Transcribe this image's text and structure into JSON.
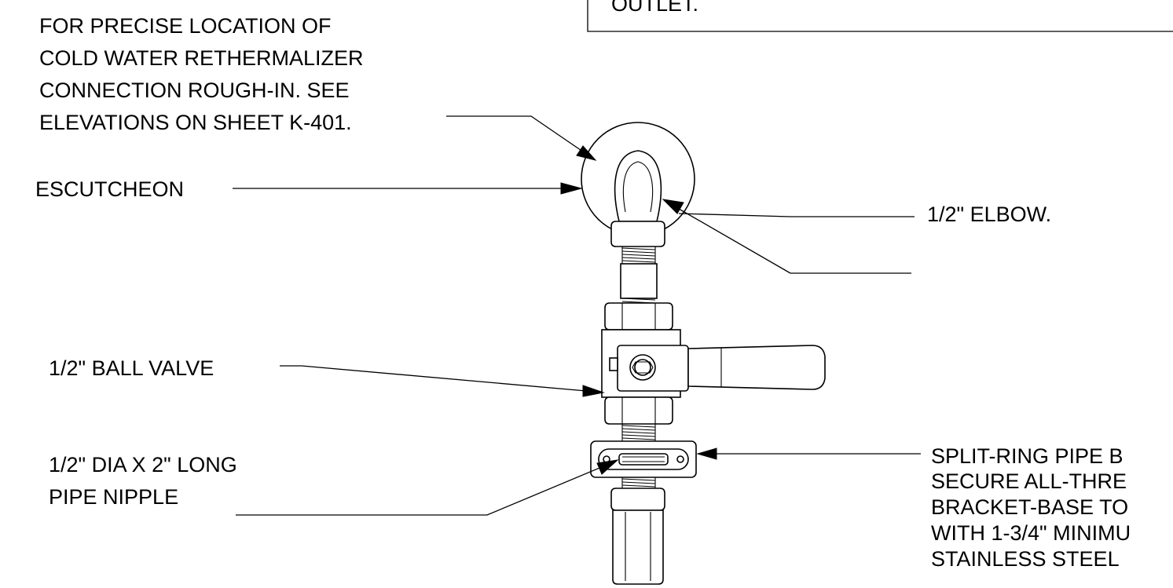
{
  "top_box": {
    "text": "OUTLET."
  },
  "notes": {
    "location": [
      "FOR PRECISE LOCATION OF",
      "COLD WATER RETHERMALIZER",
      "CONNECTION ROUGH-IN.  SEE",
      "ELEVATIONS ON SHEET K-401."
    ],
    "escutcheon": "ESCUTCHEON",
    "elbow": "1/2\"  ELBOW.",
    "ball_valve": "1/2\" BALL VALVE",
    "pipe_nipple": [
      "1/2\" DIA X 2\" LONG",
      "PIPE NIPPLE"
    ],
    "bracket": [
      "SPLIT-RING PIPE B",
      "SECURE ALL-THRE",
      "BRACKET-BASE  TO",
      "WITH 1-3/4\" MINIMU",
      "STAINLESS STEEL"
    ]
  }
}
